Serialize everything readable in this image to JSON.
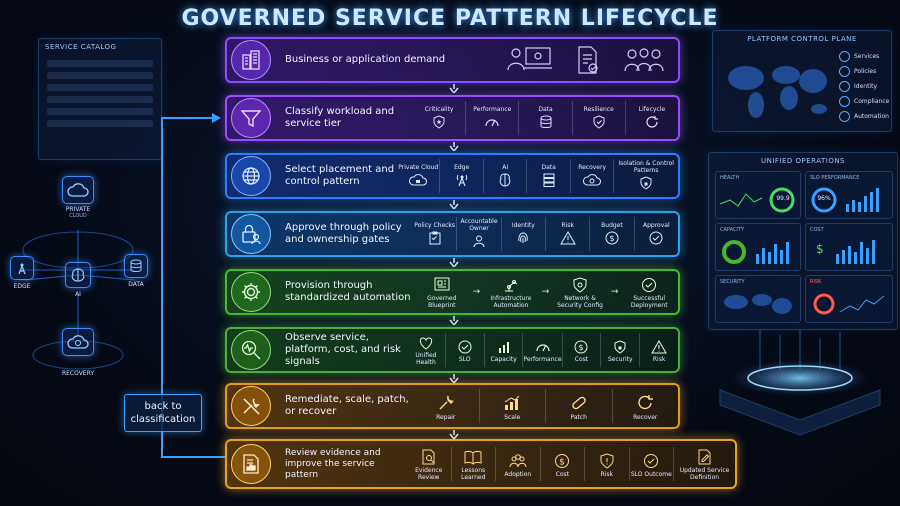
{
  "title": "GOVERNED SERVICE PATTERN LIFECYCLE",
  "left": {
    "catalog_title": "SERVICE CATALOG",
    "nodes": {
      "private": "PRIVATE",
      "cloud": "CLOUD",
      "edge": "EDGE",
      "ai": "AI",
      "data": "DATA",
      "recovery": "RECOVERY"
    }
  },
  "right": {
    "control_plane_title": "PLATFORM CONTROL PLANE",
    "control_items": [
      "Services",
      "Policies",
      "Identity",
      "Compliance",
      "Automation"
    ],
    "ops_title": "UNIFIED OPERATIONS",
    "health_label": "HEALTH",
    "health_value": "99.9",
    "slo_label": "SLO PERFORMANCE",
    "slo_value": "96%",
    "capacity_label": "CAPACITY",
    "cost_label": "COST",
    "security_label": "SECURITY",
    "risk_label": "RISK"
  },
  "loop_label": "back to classification",
  "steps": [
    {
      "label": "Business or application demand",
      "icon": "buildings-icon",
      "subs": []
    },
    {
      "label": "Classify workload and service tier",
      "icon": "funnel-icon",
      "subs": [
        "Criticality",
        "Performance",
        "Data",
        "Resilience",
        "Lifecycle"
      ]
    },
    {
      "label": "Select placement and control pattern",
      "icon": "globe-icon",
      "subs": [
        "Private Cloud",
        "Edge",
        "AI",
        "Data",
        "Recovery",
        "Isolation & Control Patterns"
      ]
    },
    {
      "label": "Approve through policy and ownership gates",
      "icon": "lock-user-icon",
      "subs": [
        "Policy Checks",
        "Accountable Owner",
        "Identity",
        "Risk",
        "Budget",
        "Approval"
      ]
    },
    {
      "label": "Provision through standardized automation",
      "icon": "gear-icon",
      "subs": [
        "Governed Blueprint",
        "Infrastructure Automation",
        "Network & Security Config",
        "Successful Deployment"
      ]
    },
    {
      "label": "Observe service, platform, cost, and risk signals",
      "icon": "magnifier-pulse-icon",
      "subs": [
        "Unified Health",
        "SLO",
        "Capacity",
        "Performance",
        "Cost",
        "Security",
        "Risk"
      ]
    },
    {
      "label": "Remediate, scale, patch, or recover",
      "icon": "tools-icon",
      "subs": [
        "Repair",
        "Scale",
        "Patch",
        "Recover"
      ]
    },
    {
      "label": "Review evidence and improve the service pattern",
      "icon": "report-icon",
      "subs": [
        "Evidence Review",
        "Lessons Learned",
        "Adoption",
        "Cost",
        "Risk",
        "SLO Outcome",
        "Updated Service Definition"
      ]
    }
  ],
  "colors": {
    "step1": "#8b4dff",
    "step2": "#9a4dff",
    "step3": "#2f7dff",
    "step4": "#2aa2e8",
    "step5": "#46b82c",
    "step6": "#4caf3a",
    "step7": "#e39b16",
    "step8": "#eaa21a",
    "loop": "#3aa0ff"
  }
}
